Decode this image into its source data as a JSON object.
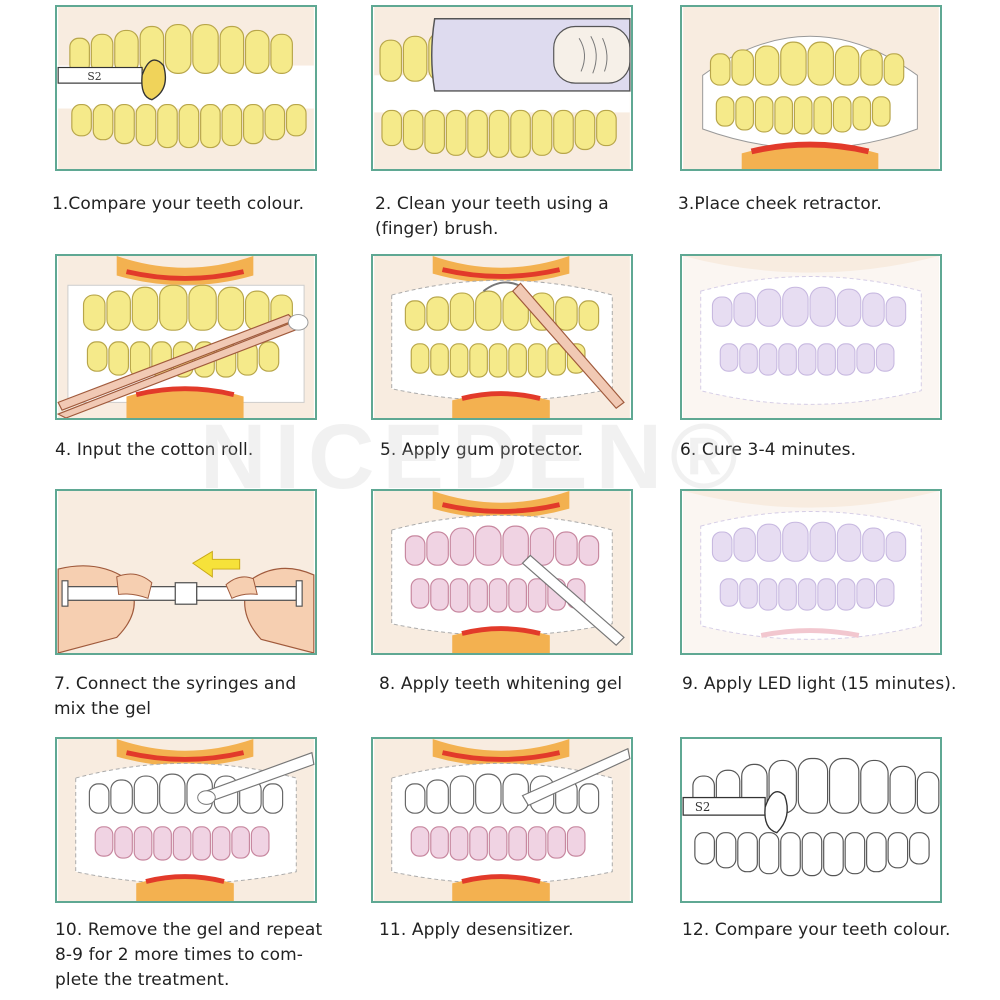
{
  "watermark": "NICEDEN®",
  "colors": {
    "panel_border": "#5fa893",
    "panel_bg": "#f8ece0",
    "gum": "#f3b150",
    "lip_red": "#e23a2a",
    "tooth_yellow": "#f5ea8a",
    "tooth_pink": "#f0d3e3",
    "tooth_lilac": "#e7ddf2"
  },
  "steps": [
    {
      "number": 1,
      "caption": "1.Compare your teeth colour."
    },
    {
      "number": 2,
      "caption": "2. Clean your teeth using a (finger) brush."
    },
    {
      "number": 3,
      "caption": "3.Place cheek retractor."
    },
    {
      "number": 4,
      "caption": "4. Input the cotton roll."
    },
    {
      "number": 5,
      "caption": "5. Apply gum protector."
    },
    {
      "number": 6,
      "caption": "6. Cure 3-4 minutes."
    },
    {
      "number": 7,
      "caption": "7. Connect the syringes and mix the gel"
    },
    {
      "number": 8,
      "caption": "8. Apply teeth whitening gel"
    },
    {
      "number": 9,
      "caption": "9. Apply LED light (15 minutes)."
    },
    {
      "number": 10,
      "caption": "10. Remove the gel and repeat 8-9 for 2 more times to com-plete the treatment."
    },
    {
      "number": 11,
      "caption": "11. Apply desensitizer."
    },
    {
      "number": 12,
      "caption": "12. Compare your teeth colour."
    }
  ],
  "shade_guide_labels": [
    "S2",
    "S2"
  ]
}
